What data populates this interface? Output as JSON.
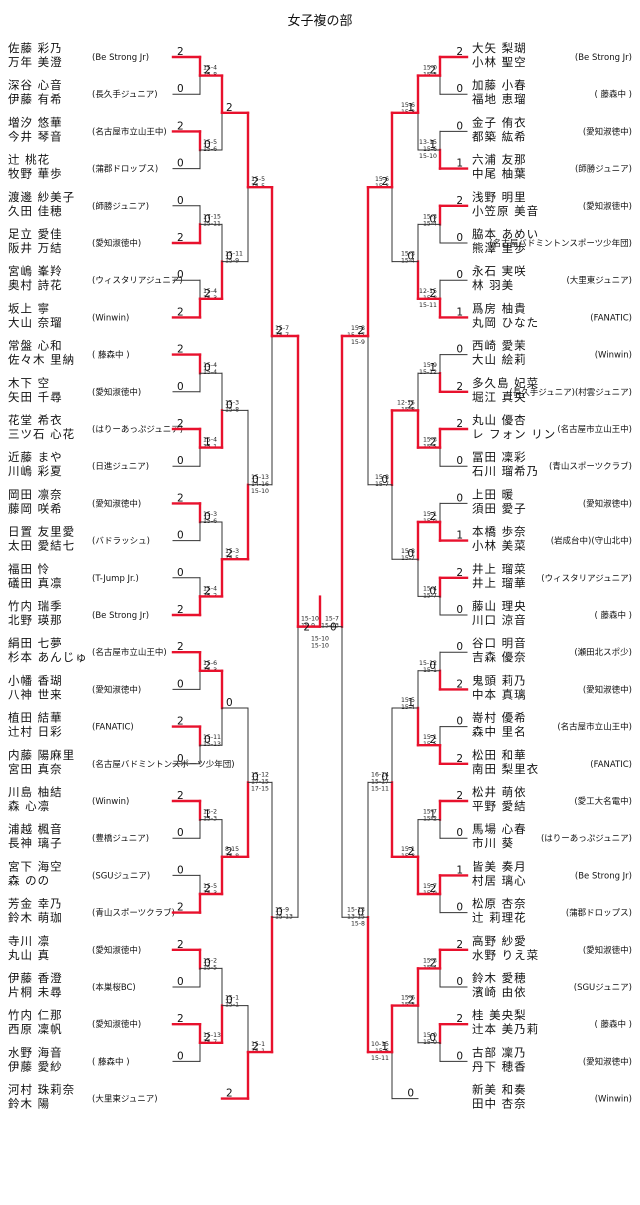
{
  "title": "女子複の部",
  "left_teams": [
    {
      "p1": "佐藤 彩乃",
      "p2": "万年 美澄",
      "club": "(Be Strong Jr)"
    },
    {
      "p1": "深谷 心音",
      "p2": "伊藤 有希",
      "club": "(長久手ジュニア)"
    },
    {
      "p1": "増汐 悠華",
      "p2": "今井 琴音",
      "club": "(名古屋市立山王中)"
    },
    {
      "p1": "辻 桃花",
      "p2": "牧野 華歩",
      "club": "(蒲郡ドロップス)"
    },
    {
      "p1": "渡邊 紗美子",
      "p2": "久田 佳穂",
      "club": "(師勝ジュニア)"
    },
    {
      "p1": "足立 愛佳",
      "p2": "阪井 万結",
      "club": "(愛知淑徳中)"
    },
    {
      "p1": "宮嶋 峯羚",
      "p2": "奥村 詩花",
      "club": "(ウィスタリアジュニア)"
    },
    {
      "p1": "坂上 寧",
      "p2": "大山 奈瑠",
      "club": "(Winwin)"
    },
    {
      "p1": "常盤 心和",
      "p2": "佐々木 里納",
      "club": "( 藤森中 )"
    },
    {
      "p1": "木下 空",
      "p2": "矢田 千尋",
      "club": "(愛知淑徳中)"
    },
    {
      "p1": "花堂 希衣",
      "p2": "三ツ石 心花",
      "club": "(はりーあっぷジュニア)"
    },
    {
      "p1": "近藤 まや",
      "p2": "川嶋 彩夏",
      "club": "(日進ジュニア)"
    },
    {
      "p1": "岡田 凛奈",
      "p2": "藤岡 咲希",
      "club": "(愛知淑徳中)"
    },
    {
      "p1": "日置 友里愛",
      "p2": "太田 愛結七",
      "club": "(バドラッシュ)"
    },
    {
      "p1": "福田 怜",
      "p2": "礒田 真凛",
      "club": "(T-Jump Jr.)"
    },
    {
      "p1": "竹内 瑞季",
      "p2": "北野 瑛那",
      "club": "(Be Strong Jr)"
    },
    {
      "p1": "絹田 七夢",
      "p2": "杉本 あんじゅ",
      "club": "(名古屋市立山王中)"
    },
    {
      "p1": "小幡 香瑚",
      "p2": "八神 世来",
      "club": "(愛知淑徳中)"
    },
    {
      "p1": "植田 結華",
      "p2": "辻村 日彩",
      "club": "(FANATIC)"
    },
    {
      "p1": "内藤 陽麻里",
      "p2": "宮田 真奈",
      "club": "(名古屋バドミントンスポーツ少年団)"
    },
    {
      "p1": "川島 柚結",
      "p2": "森 心凛",
      "club": "(Winwin)"
    },
    {
      "p1": "浦越 楓音",
      "p2": "長神 璃子",
      "club": "(豊橋ジュニア)"
    },
    {
      "p1": "宮下 海空",
      "p2": "森 のの",
      "club": "(SGUジュニア)"
    },
    {
      "p1": "芳金 幸乃",
      "p2": "鈴木 萌珈",
      "club": "(青山スポーツクラブ)"
    },
    {
      "p1": "寺川 凛",
      "p2": "丸山 真",
      "club": "(愛知淑徳中)"
    },
    {
      "p1": "伊藤 香澄",
      "p2": "片桐 未尋",
      "club": "(本巣桜BC)"
    },
    {
      "p1": "竹内 仁那",
      "p2": "西原 凜帆",
      "club": "(愛知淑徳中)"
    },
    {
      "p1": "水野 海音",
      "p2": "伊藤 愛紗",
      "club": "( 藤森中 )"
    },
    {
      "p1": "河村 珠莉奈",
      "p2": "鈴木 陽",
      "club": "(大里東ジュニア)"
    }
  ],
  "right_teams": [
    {
      "p1": "大矢 梨瑚",
      "p2": "小林 聖空",
      "club": "(Be Strong Jr)"
    },
    {
      "p1": "加藤 小春",
      "p2": "福地 恵瑠",
      "club": "( 藤森中 )"
    },
    {
      "p1": "金子 侑衣",
      "p2": "都築 紘希",
      "club": "(愛知淑徳中)"
    },
    {
      "p1": "六浦 友那",
      "p2": "中尾 柚葉",
      "club": "(師勝ジュニア)"
    },
    {
      "p1": "浅野 明里",
      "p2": "小笠原 美音",
      "club": "(愛知淑徳中)"
    },
    {
      "p1": "脇本 あめい",
      "p2": "熊澤 里歩",
      "club": "(名古屋バドミントンスポーツ少年団)"
    },
    {
      "p1": "永石 実咲",
      "p2": "林 羽美",
      "club": "(大里東ジュニア)"
    },
    {
      "p1": "爲房 柚貴",
      "p2": "丸岡 ひなた",
      "club": "(FANATIC)"
    },
    {
      "p1": "西崎 愛茉",
      "p2": "大山 絵莉",
      "club": "(Winwin)"
    },
    {
      "p1": "多久島 妃菜",
      "p2": "堀江 真央",
      "club": "(長久手ジュニア)(村雲ジュニア)"
    },
    {
      "p1": "丸山 優杏",
      "p2": "レ フォン リン",
      "club": "(名古屋市立山王中)"
    },
    {
      "p1": "冨田 凜彩",
      "p2": "石川 瑠希乃",
      "club": "(青山スポーツクラブ)"
    },
    {
      "p1": "上田 暖",
      "p2": "須田 愛子",
      "club": "(愛知淑徳中)"
    },
    {
      "p1": "本橋 歩奈",
      "p2": "小林 美菜",
      "club": "(岩成台中)(守山北中)"
    },
    {
      "p1": "井上 瑠菜",
      "p2": "井上 瑠華",
      "club": "(ウィスタリアジュニア)"
    },
    {
      "p1": "藤山 理央",
      "p2": "川口 涼音",
      "club": "( 藤森中 )"
    },
    {
      "p1": "谷口 明音",
      "p2": "吉森 優奈",
      "club": "(瀬田北スポ少)"
    },
    {
      "p1": "鬼頭 莉乃",
      "p2": "中本 真璃",
      "club": "(愛知淑徳中)"
    },
    {
      "p1": "嵜村 優希",
      "p2": "森中 里名",
      "club": "(名古屋市立山王中)"
    },
    {
      "p1": "松田 和華",
      "p2": "南田 梨里衣",
      "club": "(FANATIC)"
    },
    {
      "p1": "松井 萌依",
      "p2": "平野 愛結",
      "club": "(愛工大名電中)"
    },
    {
      "p1": "馬場 心春",
      "p2": "市川 葵",
      "club": "(はりーあっぷジュニア)"
    },
    {
      "p1": "皆美 奏月",
      "p2": "村居 璃心",
      "club": "(Be Strong Jr)"
    },
    {
      "p1": "松原 杏奈",
      "p2": "辻 莉理花",
      "club": "(蒲郡ドロップス)"
    },
    {
      "p1": "高野 紗愛",
      "p2": "水野 りえ菜",
      "club": "(愛知淑徳中)"
    },
    {
      "p1": "鈴木 愛穂",
      "p2": "濱崎 由依",
      "club": "(SGUジュニア)"
    },
    {
      "p1": "桂 美央梨",
      "p2": "辻本 美乃莉",
      "club": "( 藤森中 )"
    },
    {
      "p1": "古部 凜乃",
      "p2": "丹下 穂香",
      "club": "(愛知淑徳中)"
    },
    {
      "p1": "新美 和奏",
      "p2": "田中 杏奈",
      "club": "(Winwin)"
    }
  ],
  "left_r1": [
    {
      "s1": "2",
      "s2": "0",
      "score": "15-4 15-8"
    },
    {
      "s1": "2",
      "s2": "0",
      "score": "15-5 15-6"
    },
    {
      "s1": "0",
      "s2": "2",
      "score": "17-15 15-11"
    },
    {
      "s1": "0",
      "s2": "2",
      "score": "15-4 15-3"
    },
    {
      "s1": "2",
      "s2": "0",
      "score": "15-4 15-4"
    },
    {
      "s1": "2",
      "s2": "0",
      "score": "15-4 15-1"
    },
    {
      "s1": "2",
      "s2": "0",
      "score": "15-3 15-6"
    },
    {
      "s1": "0",
      "s2": "2",
      "score": "15-4 15-2"
    },
    {
      "s1": "2",
      "s2": "0",
      "score": "15-6 15-3"
    },
    {
      "s1": "2",
      "s2": "0",
      "score": "15-11 15-13"
    },
    {
      "s1": "2",
      "s2": "0",
      "score": "15-2 15-3"
    },
    {
      "s1": "0",
      "s2": "2",
      "score": "15-5 15-3"
    },
    {
      "s1": "2",
      "s2": "0",
      "score": "15-2 15-5"
    },
    {
      "s1": "2",
      "s2": "0",
      "score": "15-13 15-7"
    },
    {
      "s1": "2",
      "s2": "0",
      "score": "15-6 15-13"
    }
  ],
  "left_r2": [
    {
      "s1": "2",
      "s2": "0",
      "score": ""
    },
    {
      "s1": "0",
      "s2": "2",
      "score": "15-11 15-9"
    },
    {
      "s1": "0",
      "s2": "1",
      "score": "15-3 15-8"
    },
    {
      "s1": "0",
      "s2": "2",
      "score": "15-3 15-5"
    },
    {
      "s1": "2",
      "s2": "0",
      "score": ""
    },
    {
      "s1": "1",
      "s2": "2",
      "score": "8-15 15-8"
    },
    {
      "s1": "0",
      "s2": "2",
      "score": "15-1 15-1"
    },
    {
      "s1": "0",
      "s2": "2",
      "score": "15-4 15-1"
    }
  ],
  "left_r3": [
    {
      "s1": "2",
      "s2": "0",
      "score": "15-5 15-5"
    },
    {
      "s1": "0",
      "s2": "2",
      "score": "15-13 14-16 15-10"
    },
    {
      "s1": "0",
      "s2": "2",
      "score": "15-12 17-15 17-15"
    },
    {
      "s1": "0",
      "s2": "2",
      "score": "15-1 15-1"
    }
  ],
  "left_r4": [
    {
      "s1": "2",
      "s2": "0",
      "score": "15-7 15-7"
    },
    {
      "s1": "0",
      "s2": "2",
      "score": "15-9 15-13"
    }
  ],
  "left_sf": {
    "s1": "2",
    "s2": "0",
    "score": "15-10 15-9"
  },
  "right_r1": [
    {
      "s1": "2",
      "s2": "0",
      "score": "15-0 15-3"
    },
    {
      "s1": "0",
      "s2": "1",
      "score": "13-15 15-6 15-10"
    },
    {
      "s1": "2",
      "s2": "0",
      "score": "15-3 15-4"
    },
    {
      "s1": "0",
      "s2": "1",
      "score": "12-15 15-8 15-11"
    },
    {
      "s1": "0",
      "s2": "2",
      "score": "15-9 15-12"
    },
    {
      "s1": "2",
      "s2": "0",
      "score": "15-3 15-5"
    },
    {
      "s1": "0",
      "s2": "1",
      "score": "15-1 15-9"
    },
    {
      "s1": "2",
      "s2": "0",
      "score": "15-4 15-7"
    },
    {
      "s1": "0",
      "s2": "2",
      "score": "15-12 15-1"
    },
    {
      "s1": "0",
      "s2": "2",
      "score": "15-1 15-5"
    },
    {
      "s1": "2",
      "s2": "0",
      "score": "15-7 15-2"
    },
    {
      "s1": "1",
      "s2": "0",
      "score": "15-7 15-9"
    },
    {
      "s1": "2",
      "s2": "0",
      "score": "15-3 15-4"
    },
    {
      "s1": "2",
      "s2": "0",
      "score": "15-0 15-0"
    },
    {
      "s1": "2",
      "s2": "0",
      "score": "15-5 15-8"
    }
  ],
  "right_r2": [
    {
      "s1": "2",
      "s2": "1",
      "score": "15-6 15-3"
    },
    {
      "s1": "0",
      "s2": "2",
      "score": "15-3 15-4"
    },
    {
      "s1": "1",
      "s2": "2",
      "score": "12-15 15-8"
    },
    {
      "s1": "2",
      "s2": "0",
      "score": "15-8 15-7"
    },
    {
      "s1": "0",
      "s2": "2",
      "score": "15-5 15-4"
    },
    {
      "s1": "1",
      "s2": "2",
      "score": "15-1 15-3"
    },
    {
      "s1": "2",
      "s2": "0",
      "score": "15-6 15-3"
    },
    {
      "s1": "0",
      "s2": "2",
      "score": "15-11 15-1"
    }
  ],
  "right_r3": [
    {
      "s1": "1",
      "s2": "0",
      "score": "15-6 15-3"
    },
    {
      "s1": "2",
      "s2": "0",
      "score": "15-8 15-7"
    },
    {
      "s1": "1",
      "s2": "2",
      "score": "16-14 15-17 15-11"
    },
    {
      "s1": "2",
      "s2": "0",
      "score": "10-15 15-6 15-11"
    }
  ],
  "right_r4": [
    {
      "s1": "2",
      "s2": "0",
      "score": "15-8 15-17 15-9"
    },
    {
      "s1": "0",
      "s2": "1",
      "score": "15-13 13-15 15-8"
    }
  ],
  "right_sf": {
    "s1": "2",
    "s2": "0",
    "score": "15-7 15-13"
  },
  "final": {
    "s1": "2",
    "s2": "0",
    "score": "15-10 15-10"
  },
  "colors": {
    "win": "#e8112d",
    "line": "#333333",
    "text": "#111111"
  }
}
